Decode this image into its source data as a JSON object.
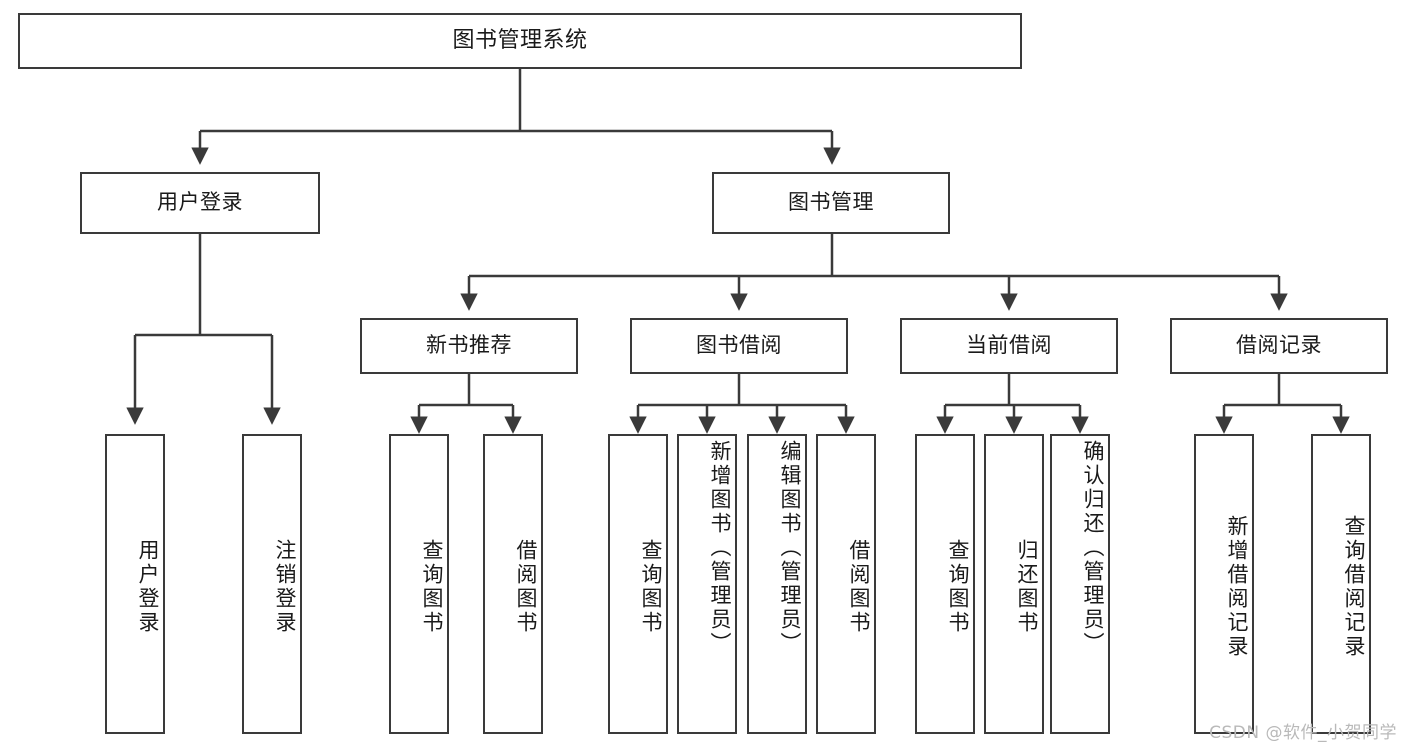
{
  "diagram": {
    "title": "图书管理系统",
    "type": "tree",
    "watermark": "CSDN @软件_小贺同学",
    "colors": {
      "box_border": "#3a3a3a",
      "box_fill": "#ffffff",
      "edge": "#3a3a3a",
      "text": "#1a1a1a",
      "watermark": "#b9b9b9",
      "background": "#ffffff"
    },
    "levels": {
      "root": {
        "label": "图书管理系统"
      },
      "level2": [
        {
          "label": "用户登录"
        },
        {
          "label": "图书管理"
        }
      ],
      "level3": [
        {
          "label": "新书推荐"
        },
        {
          "label": "图书借阅"
        },
        {
          "label": "当前借阅"
        },
        {
          "label": "借阅记录"
        }
      ],
      "leaves": {
        "user_login": [
          {
            "label": "用户登录"
          },
          {
            "label": "注销登录"
          }
        ],
        "new_book_recommend": [
          {
            "label": "查询图书"
          },
          {
            "label": "借阅图书"
          }
        ],
        "book_borrow": [
          {
            "label": "查询图书"
          },
          {
            "label": "新增图书（管理员）"
          },
          {
            "label": "编辑图书（管理员）"
          },
          {
            "label": "借阅图书"
          }
        ],
        "current_borrow": [
          {
            "label": "查询图书"
          },
          {
            "label": "归还图书"
          },
          {
            "label": "确认归还（管理员）"
          }
        ],
        "borrow_record": [
          {
            "label": "新增借阅记录"
          },
          {
            "label": "查询借阅记录"
          }
        ]
      }
    }
  }
}
